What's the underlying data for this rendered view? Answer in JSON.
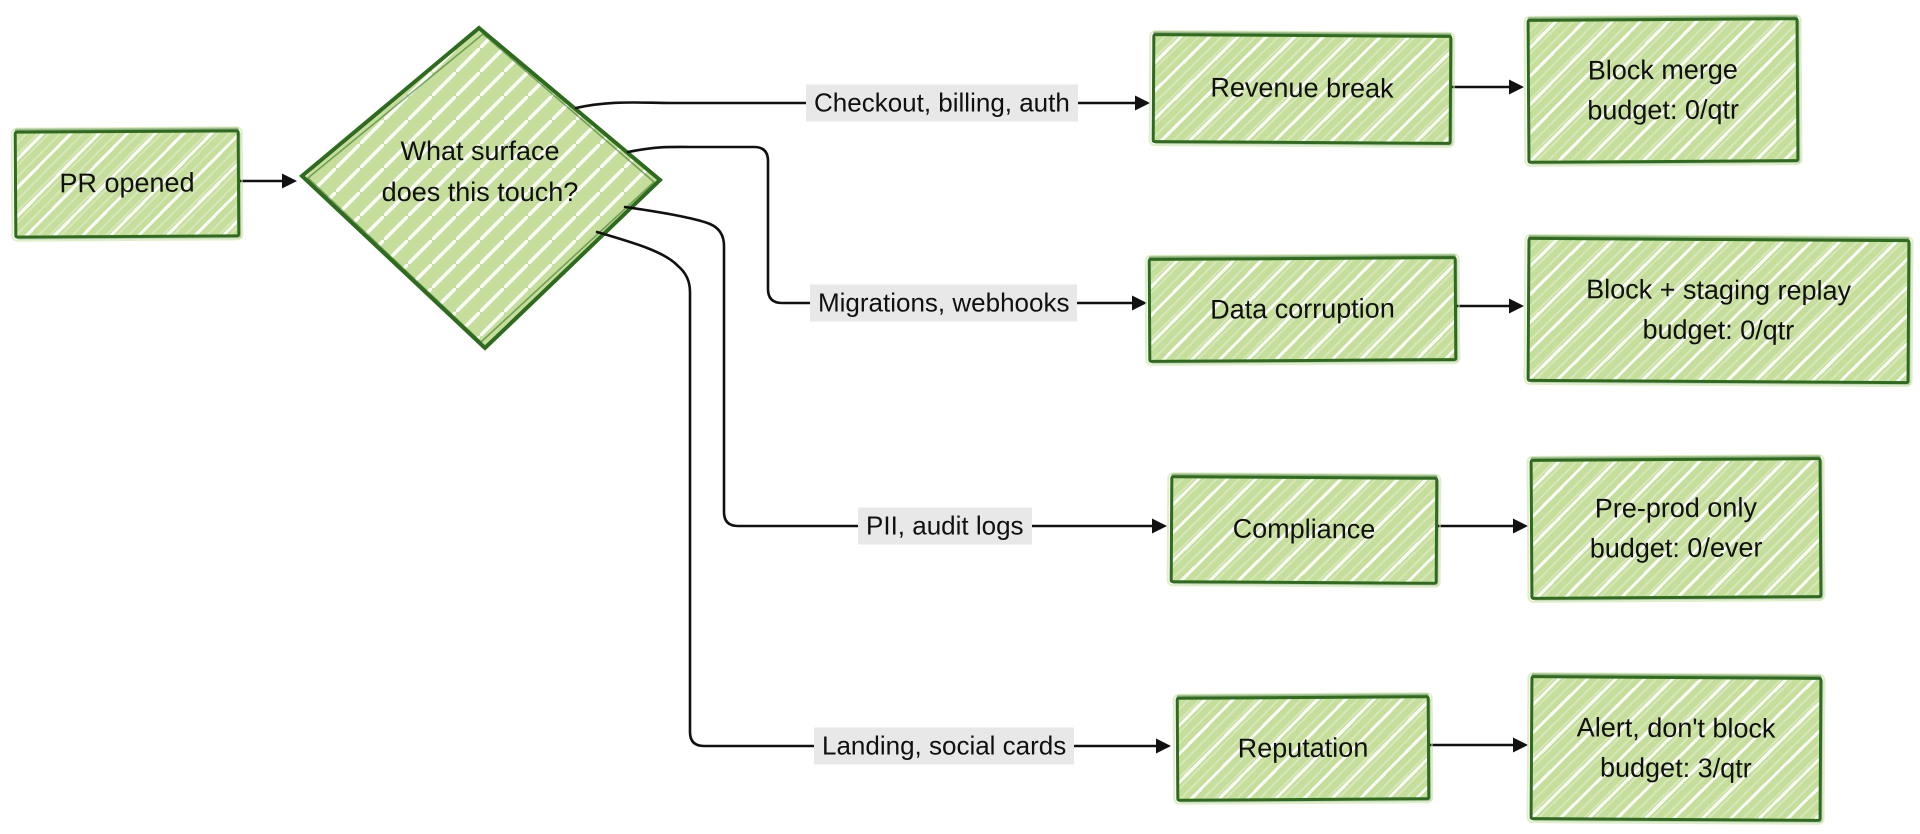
{
  "diagram": {
    "type": "flowchart",
    "style": "hand-drawn",
    "colors": {
      "node_fill": "#c6de9c",
      "node_hatch": "#ffffff",
      "node_border": "#2e6b1f",
      "edge_label_bg": "#e8e8e8",
      "connector": "#111111",
      "text": "#101010",
      "background": "#ffffff"
    },
    "nodes": {
      "start": {
        "label": "PR opened"
      },
      "decision": {
        "line1": "What surface",
        "line2": "does this touch?"
      }
    },
    "rows": [
      {
        "edge_label": "Checkout, billing, auth",
        "impact": "Revenue break",
        "action_line1": "Block merge",
        "action_line2": "budget: 0/qtr"
      },
      {
        "edge_label": "Migrations, webhooks",
        "impact": "Data corruption",
        "action_line1": "Block + staging replay",
        "action_line2": "budget: 0/qtr"
      },
      {
        "edge_label": "PII, audit logs",
        "impact": "Compliance",
        "action_line1": "Pre-prod only",
        "action_line2": "budget: 0/ever"
      },
      {
        "edge_label": "Landing, social cards",
        "impact": "Reputation",
        "action_line1": "Alert, don't block",
        "action_line2": "budget: 3/qtr"
      }
    ]
  }
}
